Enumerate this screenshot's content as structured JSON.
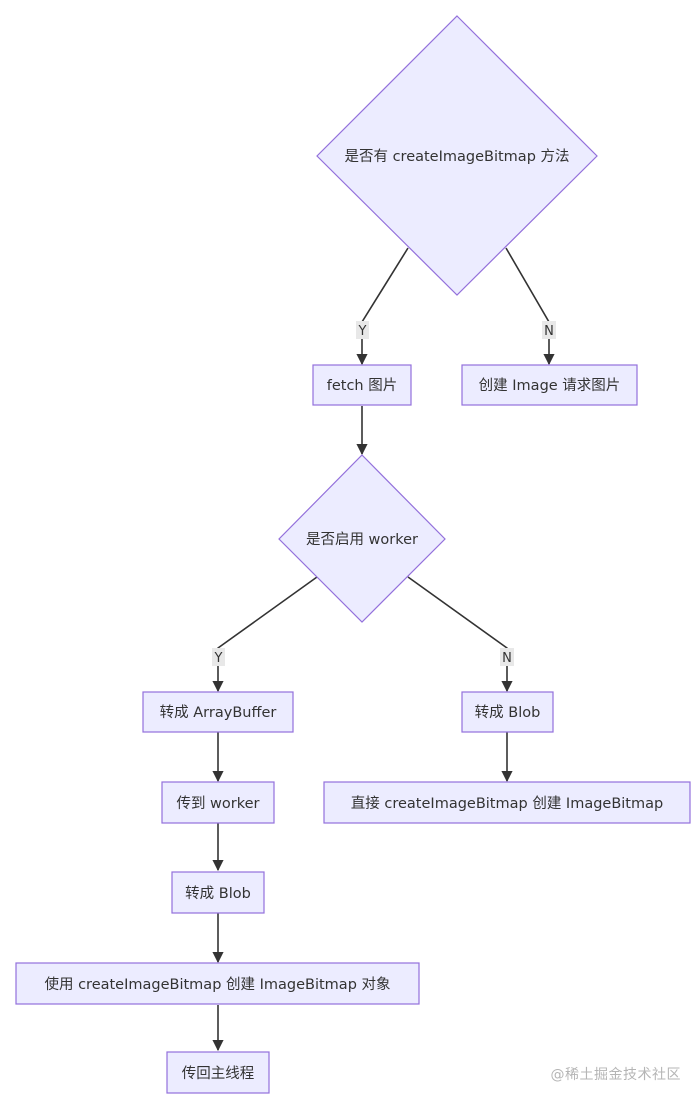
{
  "colors": {
    "node_fill": "#ECECFF",
    "node_stroke": "#9370DB",
    "edge_stroke": "#333333",
    "edge_label_bg": "#E8E8E8",
    "text": "#333333"
  },
  "nodes": {
    "has_create_image_bitmap": "是否有 createImageBitmap 方法",
    "fetch_image": "fetch 图片",
    "create_image_request": "创建 Image 请求图片",
    "enable_worker": "是否启用 worker",
    "to_array_buffer": "转成 ArrayBuffer",
    "to_blob_no_worker": "转成 Blob",
    "direct_create_bitmap": "直接 createImageBitmap 创建 ImageBitmap",
    "send_to_worker": "传到 worker",
    "to_blob_in_worker": "转成 Blob",
    "use_create_bitmap": "使用 createImageBitmap 创建 ImageBitmap 对象",
    "send_back_main": "传回主线程"
  },
  "edge_labels": {
    "yes_1": "Y",
    "no_1": "N",
    "yes_2": "Y",
    "no_2": "N"
  },
  "watermark": "@稀土掘金技术社区"
}
